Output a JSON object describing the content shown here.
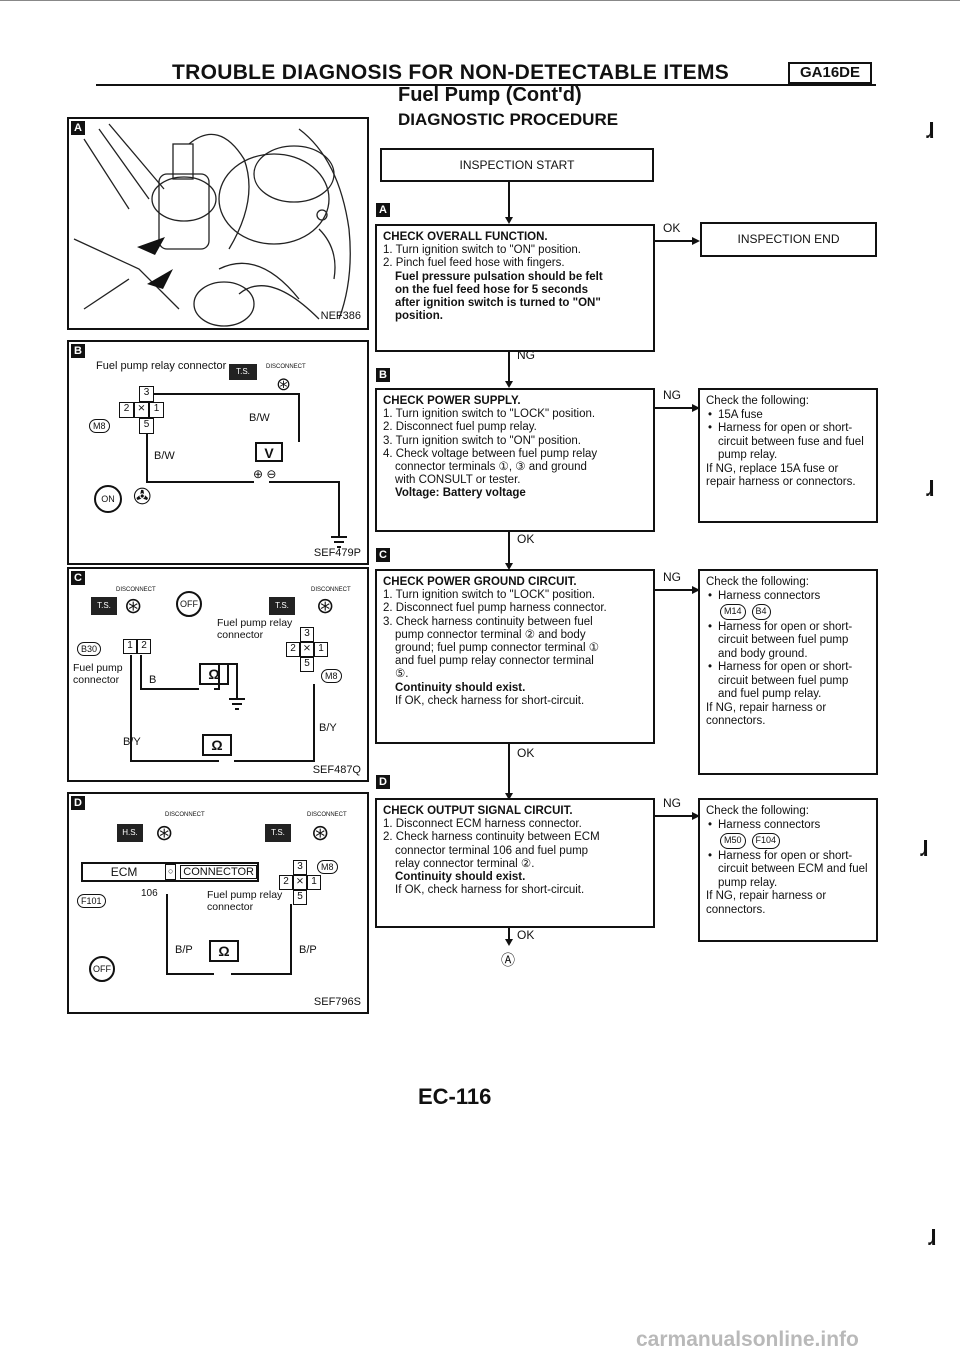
{
  "header": {
    "title": "TROUBLE DIAGNOSIS FOR NON-DETECTABLE ITEMS",
    "engine_badge": "GA16DE",
    "subtitle": "Fuel Pump (Cont'd)",
    "section": "DIAGNOSTIC PROCEDURE"
  },
  "figures": {
    "a": {
      "marker": "A",
      "code": "NEF386"
    },
    "b": {
      "marker": "B",
      "code": "SEF479P",
      "title": "Fuel pump relay connector",
      "disconnect": "DISCONNECT",
      "ts": "T.S.",
      "m8": "M8",
      "wire1": "B/W",
      "wire2": "B/W",
      "meter": "V",
      "pins": [
        "3",
        "2",
        "1",
        "5"
      ],
      "on": "ON"
    },
    "c": {
      "marker": "C",
      "code": "SEF487Q",
      "disconnect": "DISCONNECT",
      "ts": "T.S.",
      "off": "OFF",
      "relay_label": "Fuel pump relay connector",
      "b30": "B30",
      "fp_conn": "Fuel pump connector",
      "m8": "M8",
      "wire_b": "B",
      "wire_by1": "B/Y",
      "wire_by2": "B/Y",
      "meter": "Ω",
      "pins_left": [
        "1",
        "2"
      ],
      "pins_right": [
        "3",
        "2",
        "1",
        "5"
      ]
    },
    "d": {
      "marker": "D",
      "code": "SEF796S",
      "disconnect": "DISCONNECT",
      "hs": "H.S.",
      "ts": "T.S.",
      "ecm": "ECM",
      "connector": "CONNECTOR",
      "f101": "F101",
      "m8": "M8",
      "term": "106",
      "relay_label": "Fuel pump relay connector",
      "wire1": "B/P",
      "wire2": "B/P",
      "meter": "Ω",
      "pins": [
        "3",
        "2",
        "1",
        "5"
      ],
      "off": "OFF"
    }
  },
  "flow": {
    "start": "INSPECTION START",
    "end": "INSPECTION END",
    "step_a": {
      "marker": "A",
      "title": "CHECK OVERALL FUNCTION.",
      "lines": [
        "1. Turn ignition switch to \"ON\" position.",
        "2. Pinch fuel feed hose with fingers."
      ],
      "bold": [
        "Fuel pressure pulsation should be felt",
        "on the fuel feed hose for 5 seconds",
        "after ignition switch is turned to \"ON\"",
        "position."
      ],
      "ok": "OK",
      "ng": "NG"
    },
    "step_b": {
      "marker": "B",
      "title": "CHECK POWER SUPPLY.",
      "lines": [
        "1. Turn ignition switch to \"LOCK\" position.",
        "2. Disconnect fuel pump relay.",
        "3. Turn ignition switch to \"ON\" position.",
        "4. Check voltage between fuel pump relay",
        "connector terminals ①, ③ and ground",
        "with CONSULT or tester."
      ],
      "bold": [
        "Voltage: Battery voltage"
      ],
      "ng": "NG",
      "ok": "OK",
      "check_title": "Check the following:",
      "check_items": [
        "15A fuse",
        "Harness for open or short-circuit between fuse and fuel pump relay."
      ],
      "check_tail": "If NG, replace 15A fuse or repair harness or connectors."
    },
    "step_c": {
      "marker": "C",
      "title": "CHECK POWER GROUND CIRCUIT.",
      "lines": [
        "1. Turn ignition switch to \"LOCK\" position.",
        "2. Disconnect fuel pump harness connector.",
        "3. Check harness continuity between fuel",
        "pump connector terminal ② and body",
        "ground; fuel pump connector terminal ①",
        "and fuel pump relay connector terminal",
        "⑤."
      ],
      "bold": [
        "Continuity should exist."
      ],
      "tail": "If OK, check harness for short-circuit.",
      "ng": "NG",
      "ok": "OK",
      "check_title": "Check the following:",
      "check_items": [
        "Harness connectors",
        "Harness for open or short-circuit between fuel pump and body ground.",
        "Harness for open or short-circuit between fuel pump and fuel pump relay."
      ],
      "connectors": [
        "M14",
        "B4"
      ],
      "check_tail": "If NG, repair harness or connectors."
    },
    "step_d": {
      "marker": "D",
      "title": "CHECK OUTPUT SIGNAL CIRCUIT.",
      "lines": [
        "1. Disconnect ECM harness connector.",
        "2. Check harness continuity between ECM",
        "connector terminal 106 and fuel pump",
        "relay connector terminal ②."
      ],
      "bold": [
        "Continuity should exist."
      ],
      "tail": "If OK, check harness for short-circuit.",
      "ng": "NG",
      "ok": "OK",
      "check_title": "Check the following:",
      "check_items": [
        "Harness connectors",
        "Harness for open or short-circuit between ECM and fuel pump relay."
      ],
      "connectors": [
        "M50",
        "F104"
      ],
      "check_tail": "If NG, repair harness or connectors."
    },
    "goto": "Ⓐ"
  },
  "footer": {
    "page": "EC-116",
    "watermark": "carmanualsonline.info"
  }
}
